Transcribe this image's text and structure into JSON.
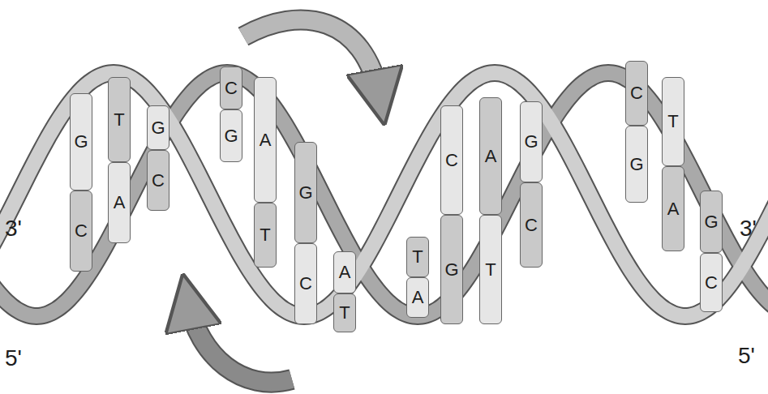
{
  "diagram": {
    "nodes": [
      {
        "text": [
          "G"
        ]
      },
      {
        "text": [
          "C"
        ]
      },
      {
        "text": [
          "T"
        ]
      },
      {
        "text": [
          "A"
        ]
      },
      {
        "text": [
          "G"
        ]
      },
      {
        "text": [
          "C"
        ]
      },
      {
        "text": [
          "C"
        ]
      },
      {
        "text": [
          "G"
        ]
      },
      {
        "text": [
          "A"
        ]
      },
      {
        "text": [
          "T"
        ]
      },
      {
        "text": [
          "G"
        ]
      },
      {
        "text": [
          "C"
        ]
      },
      {
        "text": [
          "A"
        ]
      },
      {
        "text": [
          "T"
        ]
      },
      {
        "text": [
          "T"
        ]
      },
      {
        "text": [
          "A"
        ]
      },
      {
        "text": [
          "C"
        ]
      },
      {
        "text": [
          "G"
        ]
      },
      {
        "text": [
          "A"
        ]
      },
      {
        "text": [
          "T"
        ]
      },
      {
        "text": [
          "G"
        ]
      },
      {
        "text": [
          "C"
        ]
      },
      {
        "text": [
          "C"
        ]
      },
      {
        "text": [
          "G"
        ]
      },
      {
        "text": [
          "T"
        ]
      },
      {
        "text": [
          "A"
        ]
      },
      {
        "text": [
          "G"
        ]
      },
      {
        "text": [
          "C"
        ]
      }
    ],
    "labels": [
      "3'",
      "5'",
      "3'",
      "5'"
    ]
  }
}
